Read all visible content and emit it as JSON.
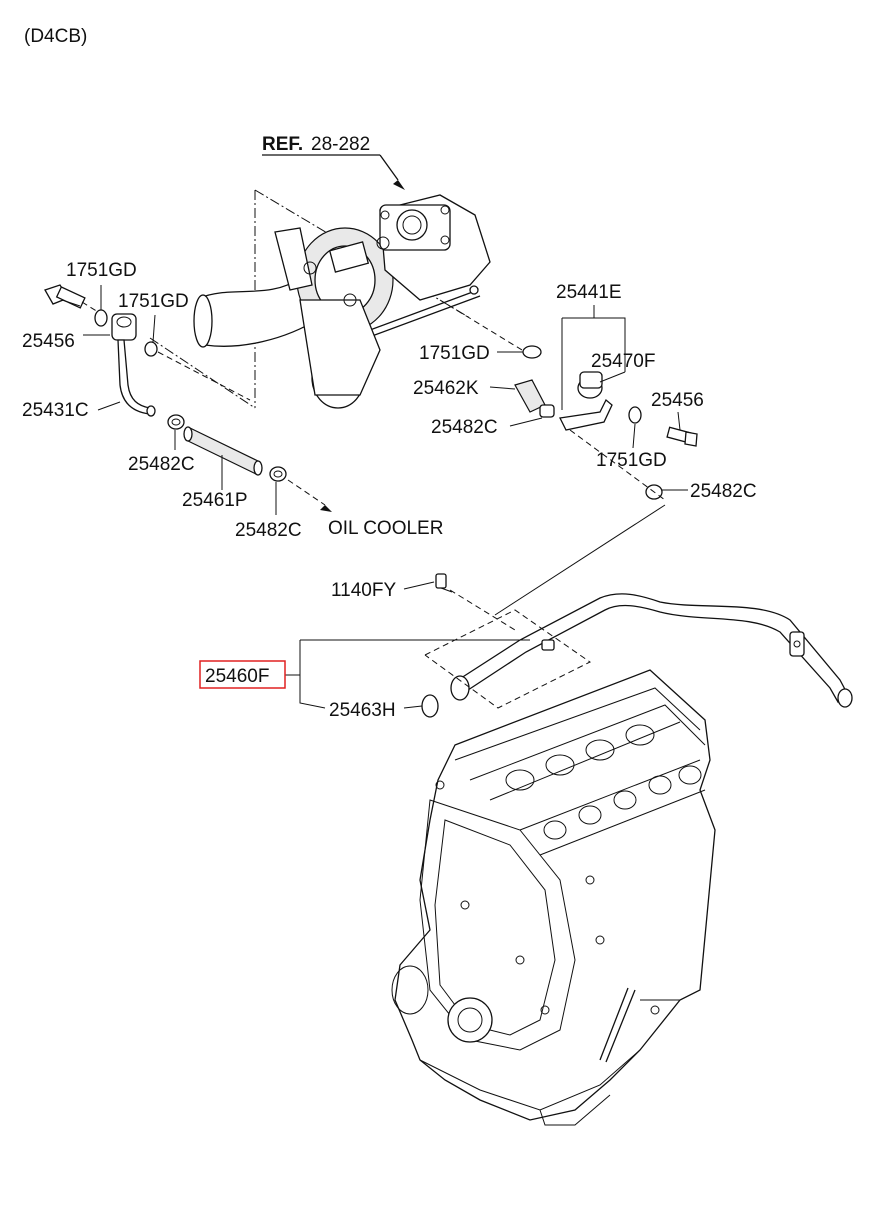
{
  "engine_code": "(D4CB)",
  "ref": {
    "prefix": "REF.",
    "number": "28-282"
  },
  "labels": {
    "gasket_top_left": "1751GD",
    "bolt_left": "25456",
    "gasket_mid_left": "1751GD",
    "pipe_left": "25431C",
    "clamp_left_1": "25482C",
    "hose_left": "25461P",
    "clamp_left_2": "25482C",
    "oil_cooler": "OIL COOLER",
    "gasket_turbo": "1751GD",
    "assembly_right": "25441E",
    "fitting_right": "25470F",
    "hose_right": "25462K",
    "clamp_right_1": "25482C",
    "bolt_right": "25456",
    "gasket_right": "1751GD",
    "clamp_right_2": "25482C",
    "bolt_lower": "1140FY",
    "pipe_main": "25460F",
    "oring_main": "25463H"
  },
  "highlight_color": "#e02020"
}
